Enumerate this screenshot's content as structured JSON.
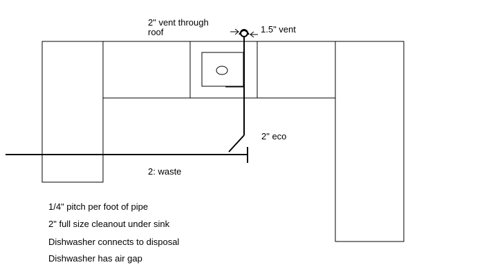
{
  "colors": {
    "background": "#ffffff",
    "line": "#000000"
  },
  "labels": {
    "vent_through_roof_line1": "2\" vent through",
    "vent_through_roof_line2": "roof",
    "vent_1_5": "1.5\" vent",
    "eco": "2\" eco",
    "waste": "2: waste"
  },
  "notes": [
    "1/4\" pitch per foot of pipe",
    "2\" full size cleanout under sink",
    "Dishwasher connects to disposal",
    "Dishwasher has air gap"
  ]
}
